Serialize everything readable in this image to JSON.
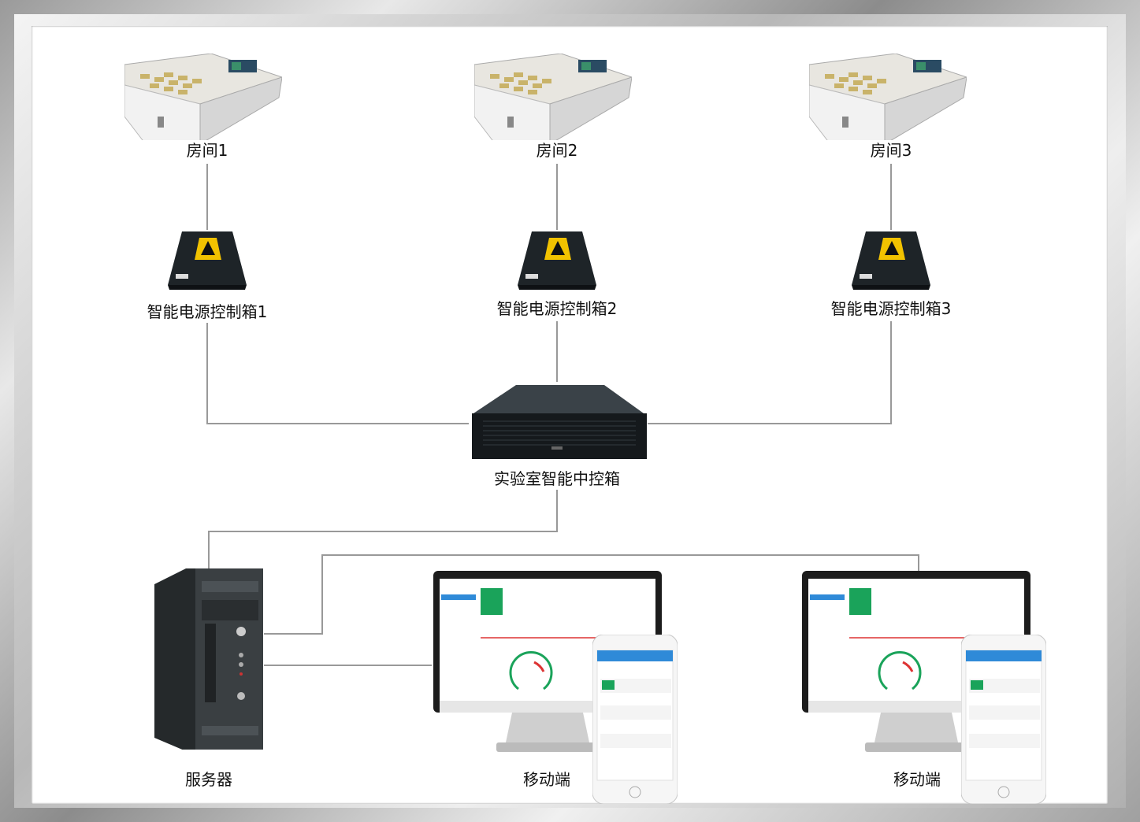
{
  "rooms": [
    {
      "label": "房间1",
      "icon": "room-icon"
    },
    {
      "label": "房间2",
      "icon": "room-icon"
    },
    {
      "label": "房间3",
      "icon": "room-icon"
    }
  ],
  "power_boxes": [
    {
      "label": "智能电源控制箱1",
      "icon": "power-control-box-icon"
    },
    {
      "label": "智能电源控制箱2",
      "icon": "power-control-box-icon"
    },
    {
      "label": "智能电源控制箱3",
      "icon": "power-control-box-icon"
    }
  ],
  "controller": {
    "label": "实验室智能中控箱",
    "icon": "rack-server-icon"
  },
  "server": {
    "label": "服务器",
    "icon": "tower-server-icon"
  },
  "clients": [
    {
      "label": "移动端",
      "icon": "monitor-and-phone-icon"
    },
    {
      "label": "移动端",
      "icon": "monitor-and-phone-icon"
    }
  ],
  "colors": {
    "line": "#999999",
    "accent_blue": "#2f8ad8",
    "accent_green": "#1aa35a",
    "device_dark": "#1e2428"
  }
}
